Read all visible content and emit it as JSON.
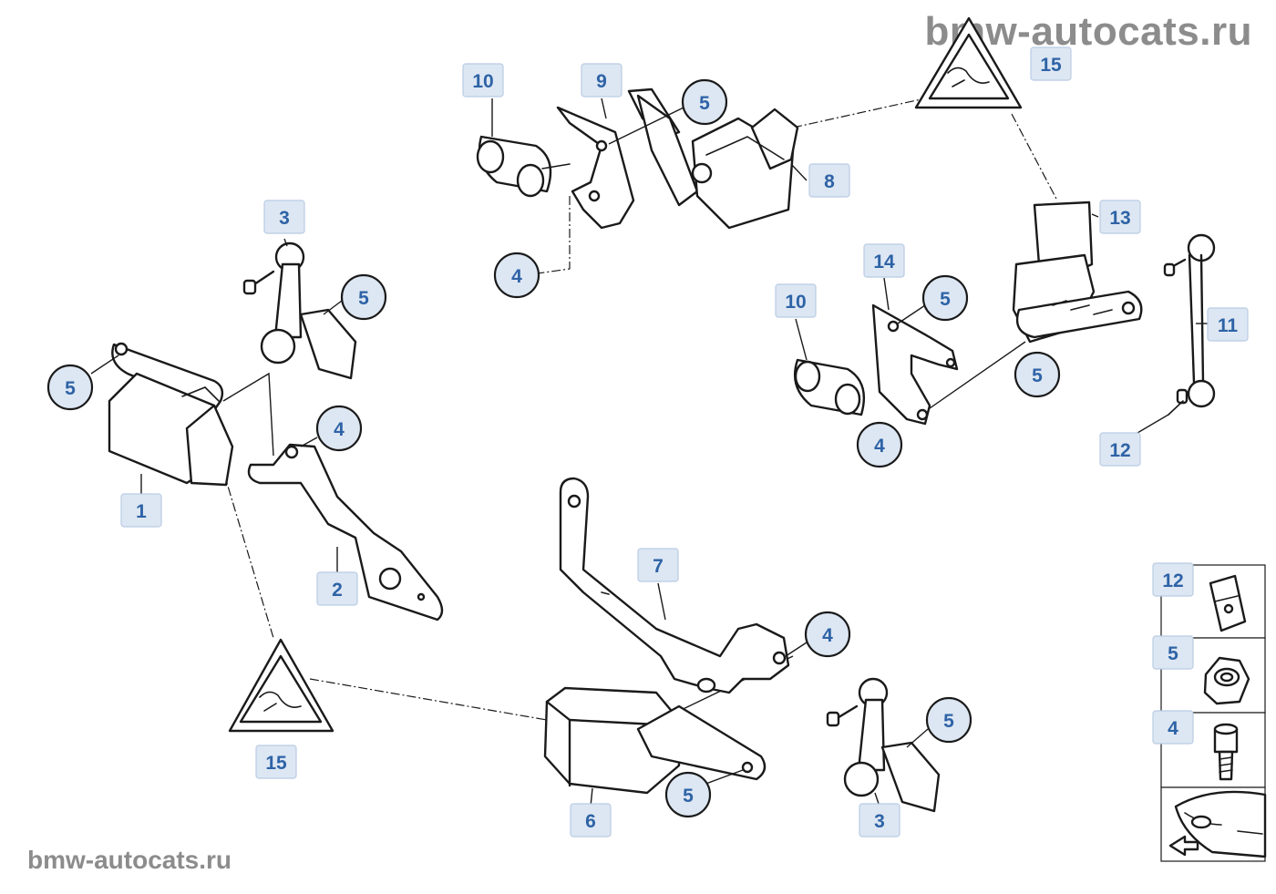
{
  "watermark": {
    "top": "bmw-autocats.ru",
    "bottom": "bmw-autocats.ru"
  },
  "callouts": {
    "c1": "1",
    "c2": "2",
    "c3a": "3",
    "c3b": "3",
    "c4a": "4",
    "c4b": "4",
    "c4c": "4",
    "c4d": "4",
    "c5a": "5",
    "c5b": "5",
    "c5c": "5",
    "c5d": "5",
    "c5e": "5",
    "c5f": "5",
    "c5g": "5",
    "c6": "6",
    "c7": "7",
    "c8": "8",
    "c9": "9",
    "c10a": "10",
    "c10b": "10",
    "c11": "11",
    "c12": "12",
    "c13": "13",
    "c14": "14",
    "c15a": "15",
    "c15b": "15"
  },
  "legend": {
    "items": [
      {
        "label": "12",
        "icon": "clip-nut-icon"
      },
      {
        "label": "5",
        "icon": "hex-nut-icon"
      },
      {
        "label": "4",
        "icon": "screw-icon"
      },
      {
        "label": "",
        "icon": "vehicle-front-icon"
      }
    ]
  },
  "colors": {
    "label_fill": "#dde7f3",
    "label_text": "#2e63a6",
    "line": "#1a1a1a",
    "watermark": "#8c8c8c"
  }
}
